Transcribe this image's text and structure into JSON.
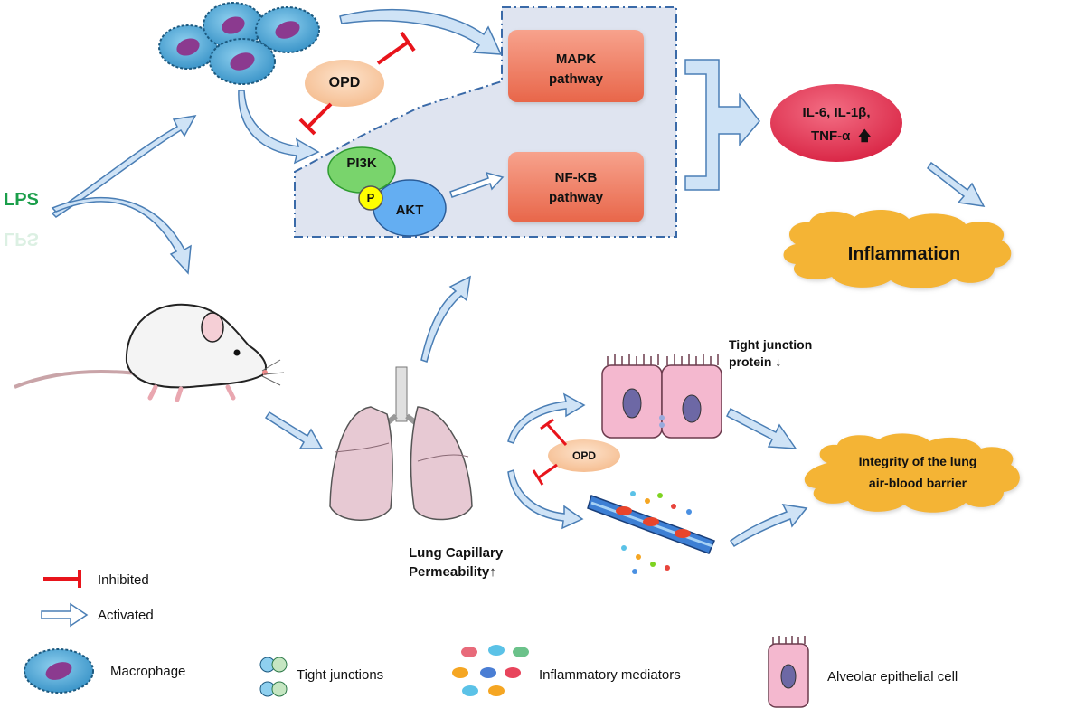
{
  "lps": {
    "label": "LPS",
    "color": "#1a9e4a"
  },
  "opd": {
    "label": "OPD",
    "color": "#f8cda6"
  },
  "pathway_box": {
    "fill": "#dde2ef",
    "border": "#3a6aa8"
  },
  "mapk": {
    "line1": "MAPK",
    "line2": "pathway"
  },
  "nfkb": {
    "line1": "NF-KB",
    "line2": "pathway"
  },
  "pathway_color": "#ef7d63",
  "pi3k": {
    "label": "PI3K",
    "color": "#79d46c"
  },
  "phospho": {
    "label": "P",
    "color": "#ffff00"
  },
  "akt": {
    "label": "AKT",
    "color": "#64aef2"
  },
  "cytokines": {
    "line1": "IL-6, IL-1β,",
    "line2": "TNF-α",
    "arrow": "🡅",
    "color": "#e8334f"
  },
  "inflammation": {
    "label": "Inflammation",
    "color": "#f4b434"
  },
  "barrier": {
    "line1": "Integrity of the lung",
    "line2": "air-blood barrier"
  },
  "tight_junction_text": {
    "line1": "Tight junction",
    "line2": "protein ↓"
  },
  "permeability_text": {
    "line1": "Lung Capillary",
    "line2": "Permeability↑"
  },
  "legend": {
    "inhibited": "Inhibited",
    "activated": "Activated",
    "macrophage": "Macrophage",
    "tight_junctions": "Tight junctions",
    "inflammatory_mediators": "Inflammatory mediators",
    "alveolar_epithelial_cell": "Alveolar epithelial cell"
  },
  "colors": {
    "arrow_fill": "#cfe3f6",
    "arrow_stroke": "#4a7eb5",
    "inhibit": "#e8141b",
    "macrophage": "#4aa6d6",
    "nucleus": "#8b3a8f",
    "epithelial": "#f4b8cf",
    "lung": "#e7c9d3"
  }
}
